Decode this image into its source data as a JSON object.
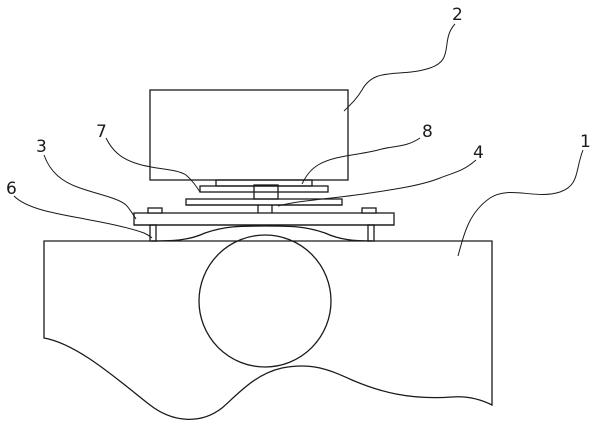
{
  "diagram": {
    "labels": {
      "l1": "1",
      "l2": "2",
      "l3": "3",
      "l4": "4",
      "l6": "6",
      "l7": "7",
      "l8": "8"
    }
  }
}
